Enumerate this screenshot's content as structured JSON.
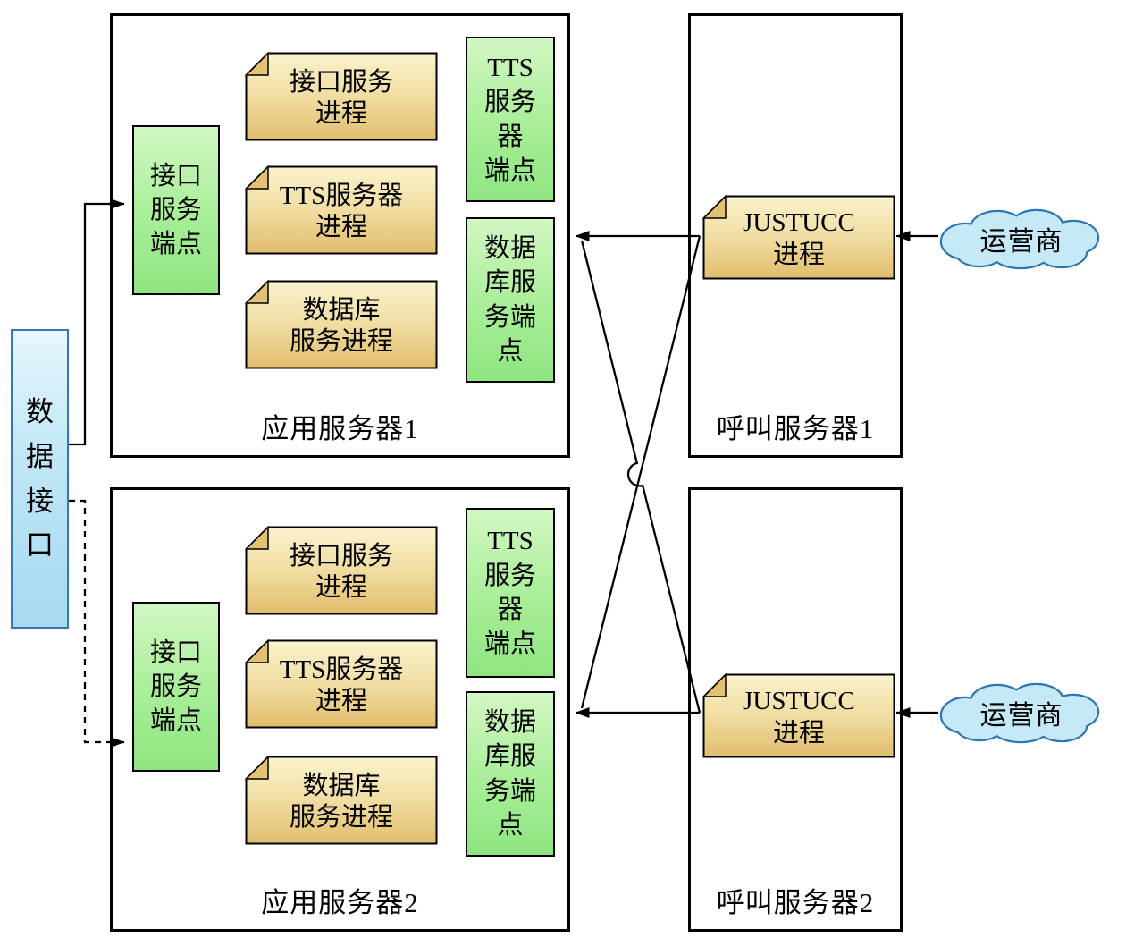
{
  "colors": {
    "process_fill_top": "#fbf3ce",
    "process_fill_bottom": "#e1bd6d",
    "endpoint_fill_top": "#d2f7c3",
    "endpoint_fill_bottom": "#8fe581",
    "data_interface_fill": "#bfe6f6",
    "data_interface_border": "#3a76b0",
    "cloud_fill": "#c6e9f8",
    "cloud_border": "#2e75b6",
    "line_color": "#000000"
  },
  "data_interface": {
    "chars": [
      "数",
      "据",
      "接",
      "口"
    ]
  },
  "app1": {
    "title": "应用服务器1",
    "ep_interface": [
      "接口",
      "服务",
      "端点"
    ],
    "proc_interface": [
      "接口服务",
      "进程"
    ],
    "proc_tts": [
      "TTS服务器",
      "进程"
    ],
    "proc_db": [
      "数据库",
      "服务进程"
    ],
    "ep_tts": [
      "TTS",
      "服务",
      "器",
      "端点"
    ],
    "ep_db": [
      "数据",
      "库服",
      "务端",
      "点"
    ]
  },
  "app2": {
    "title": "应用服务器2",
    "ep_interface": [
      "接口",
      "服务",
      "端点"
    ],
    "proc_interface": [
      "接口服务",
      "进程"
    ],
    "proc_tts": [
      "TTS服务器",
      "进程"
    ],
    "proc_db": [
      "数据库",
      "服务进程"
    ],
    "ep_tts": [
      "TTS",
      "服务",
      "器",
      "端点"
    ],
    "ep_db": [
      "数据",
      "库服",
      "务端",
      "点"
    ]
  },
  "call1": {
    "title": "呼叫服务器1",
    "proc": [
      "JUSTUCC",
      "进程"
    ]
  },
  "call2": {
    "title": "呼叫服务器2",
    "proc": [
      "JUSTUCC",
      "进程"
    ]
  },
  "cloud1": {
    "label": "运营商"
  },
  "cloud2": {
    "label": "运营商"
  }
}
